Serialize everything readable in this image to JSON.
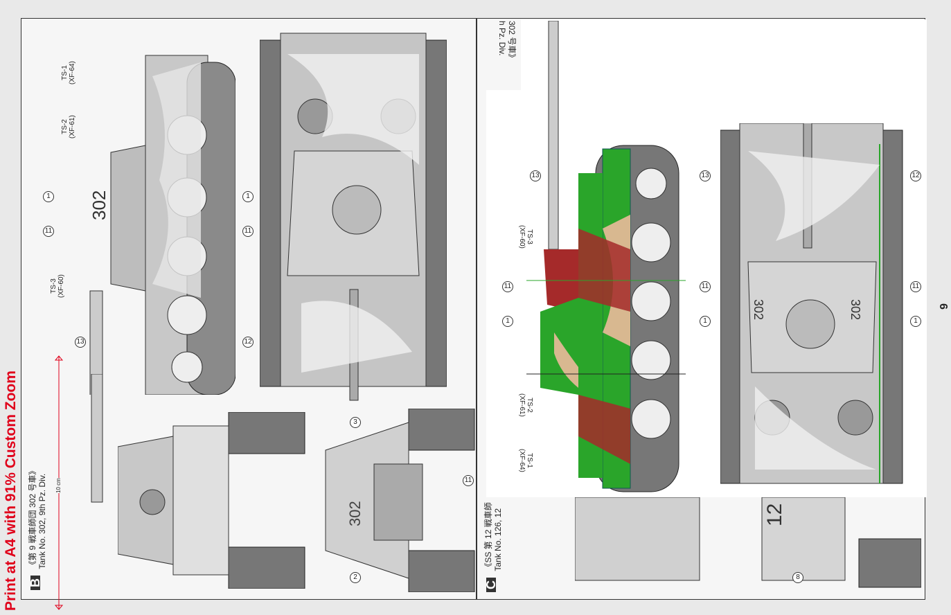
{
  "print_note": "Print at A4 with 91% Custom Zoom",
  "scale_label": "10 cm",
  "page_number": "6",
  "section_b": {
    "badge": "B",
    "title_jp": "《第 9 戦車師団 302 号車》",
    "title_en": "Tank No. 302, 9th Pz. Div.",
    "marking": "302",
    "paints": [
      {
        "code": "TS-1",
        "name": "(XF-64)"
      },
      {
        "code": "TS-2",
        "name": "(XF-61)"
      },
      {
        "code": "TS-3",
        "name": "(XF-60)"
      }
    ],
    "callouts": [
      "1",
      "11",
      "13",
      "12",
      "3",
      "2"
    ]
  },
  "section_c": {
    "badge": "C",
    "title_jp": "《SS 第 12 戦車師",
    "title_en": "Tank No. 126, 12",
    "top_fragment_jp": "302 号車》",
    "top_fragment_en": "h Pz. Div.",
    "marking": "302",
    "partial_marking": "12",
    "paints": [
      {
        "code": "TS-1",
        "name": "(XF-64)"
      },
      {
        "code": "TS-2",
        "name": "(XF-61)"
      },
      {
        "code": "TS-3",
        "name": "(XF-60)"
      }
    ],
    "callouts": [
      "1",
      "11",
      "13",
      "12",
      "8"
    ]
  },
  "colors": {
    "green": "#2aa52a",
    "tan": "#d8b890",
    "red": "#a52a2a",
    "note_red": "#e0001a"
  }
}
